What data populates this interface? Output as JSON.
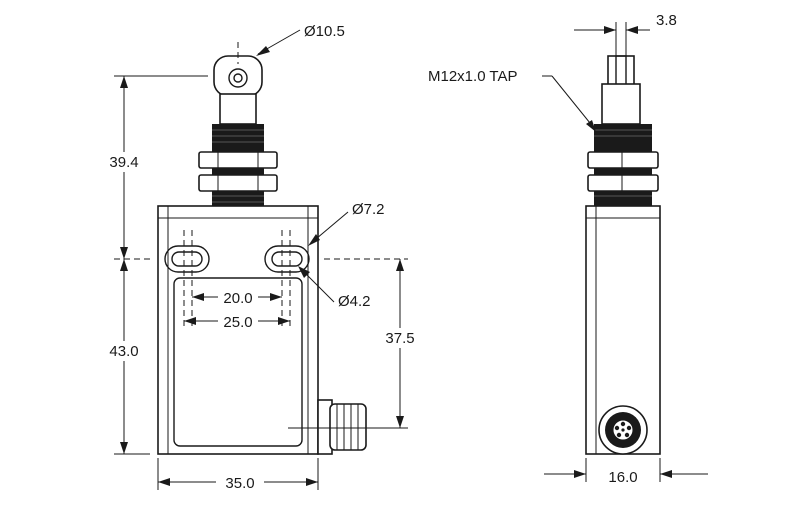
{
  "dimensions": {
    "roller_diameter": "Ø10.5",
    "total_upper_height": "39.4",
    "body_height": "43.0",
    "slot_outer_diameter": "Ø7.2",
    "slot_inner_diameter": "Ø4.2",
    "hole_spacing_inner": "20.0",
    "hole_spacing_outer": "25.0",
    "mount_to_bottom": "37.5",
    "body_width": "35.0",
    "side_thickness": "16.0",
    "plunger_width": "3.8",
    "thread_callout": "M12x1.0 TAP"
  }
}
